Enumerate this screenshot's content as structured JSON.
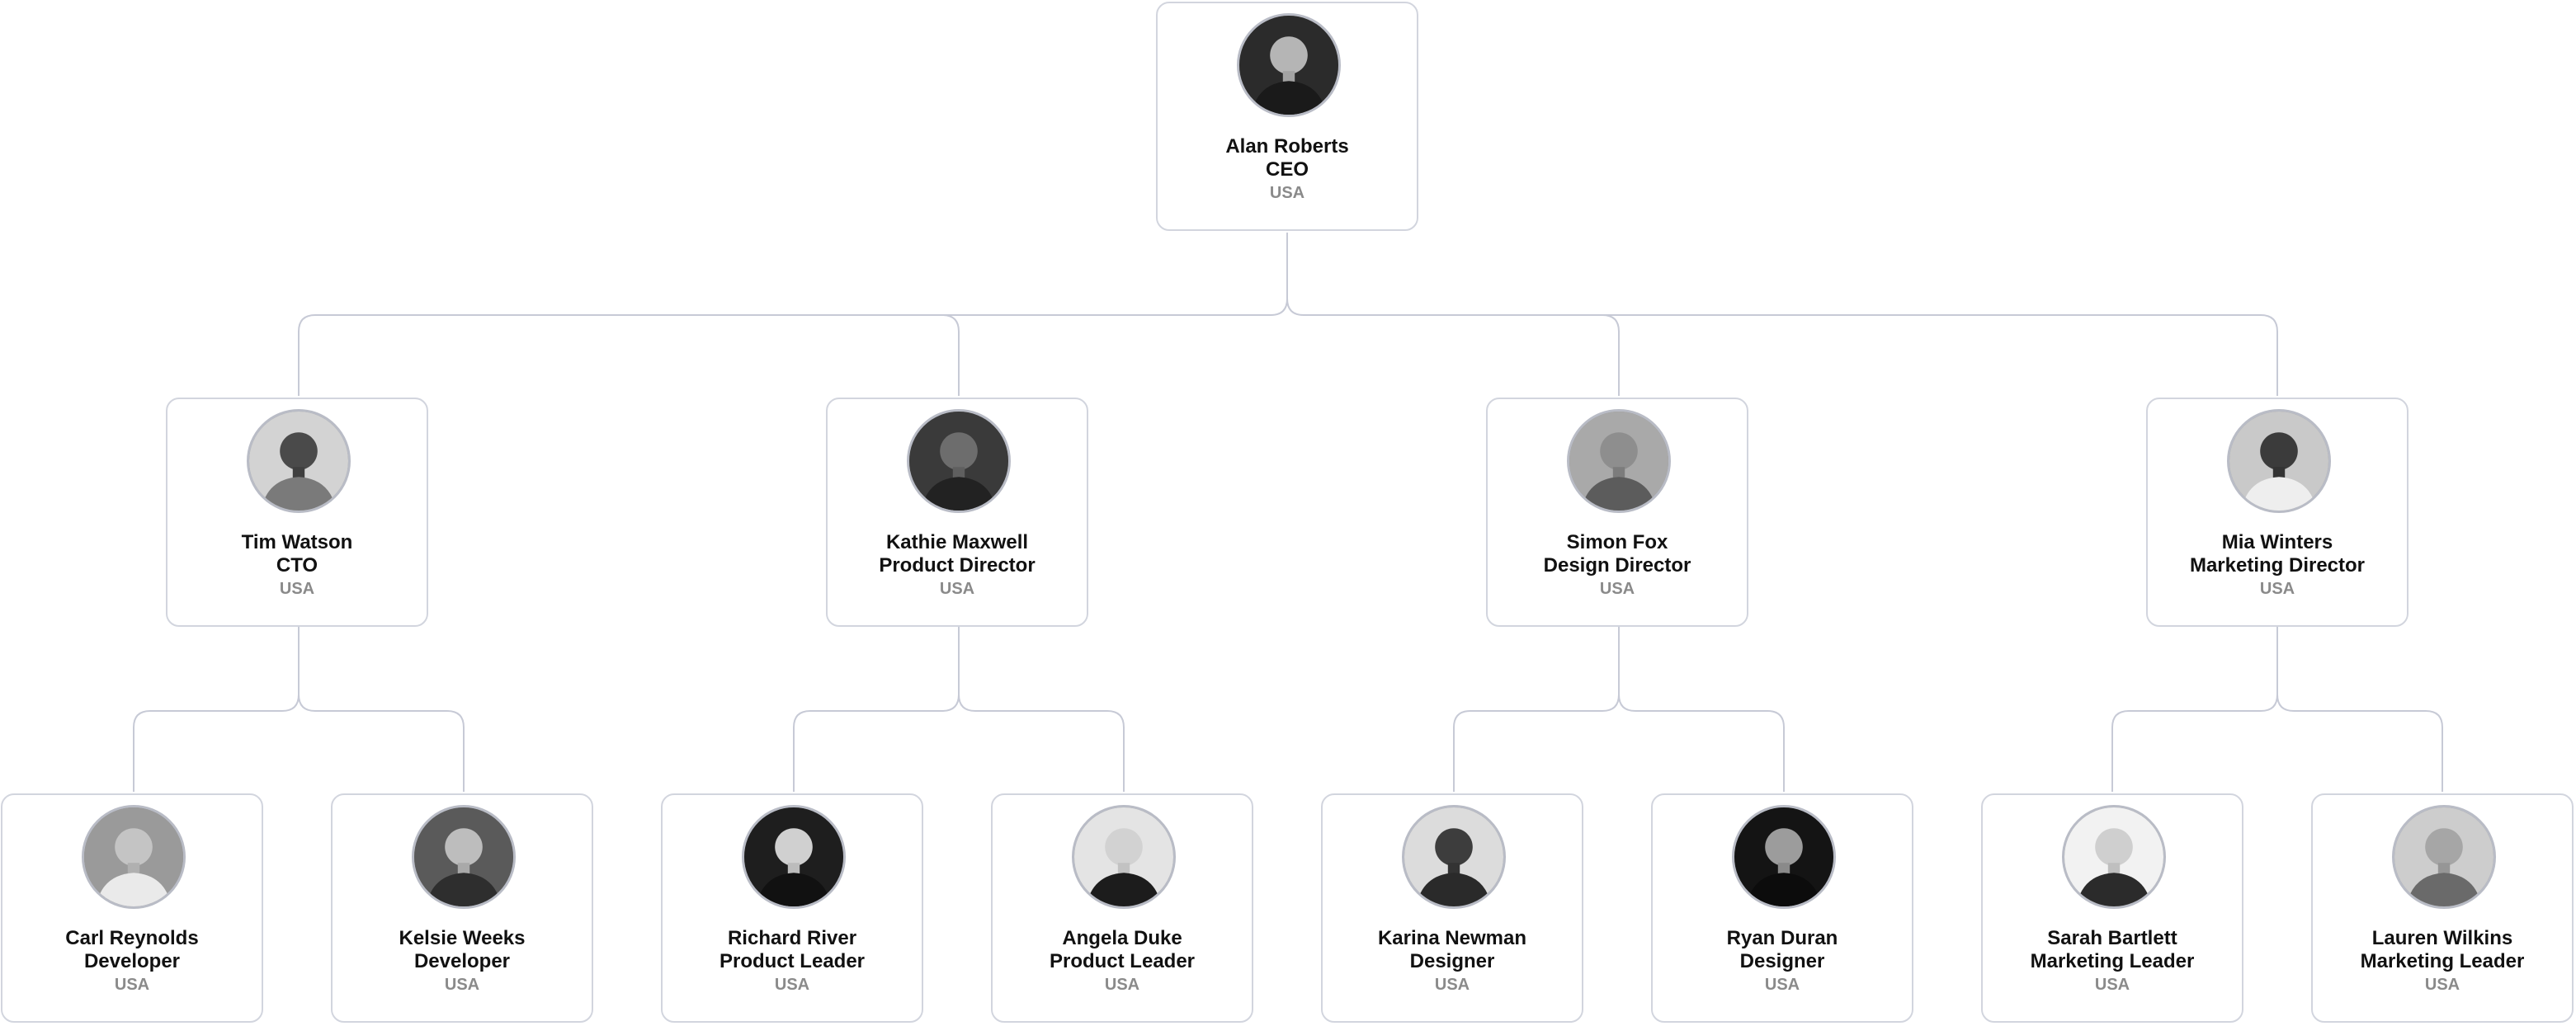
{
  "org_chart": {
    "nodes": [
      {
        "name": "Alan Roberts",
        "title": "CEO",
        "country": "USA",
        "avatar": "person-photo-icon"
      },
      {
        "name": "Tim Watson",
        "title": "CTO",
        "country": "USA",
        "avatar": "person-photo-icon"
      },
      {
        "name": "Kathie Maxwell",
        "title": "Product Director",
        "country": "USA",
        "avatar": "person-photo-icon"
      },
      {
        "name": "Simon Fox",
        "title": "Design Director",
        "country": "USA",
        "avatar": "person-photo-icon"
      },
      {
        "name": "Mia Winters",
        "title": "Marketing Director",
        "country": "USA",
        "avatar": "person-photo-icon"
      },
      {
        "name": "Carl Reynolds",
        "title": "Developer",
        "country": "USA",
        "avatar": "person-photo-icon"
      },
      {
        "name": "Kelsie Weeks",
        "title": "Developer",
        "country": "USA",
        "avatar": "person-photo-icon"
      },
      {
        "name": "Richard River",
        "title": "Product Leader",
        "country": "USA",
        "avatar": "person-photo-icon"
      },
      {
        "name": "Angela Duke",
        "title": "Product Leader",
        "country": "USA",
        "avatar": "person-photo-icon"
      },
      {
        "name": "Karina Newman",
        "title": "Designer",
        "country": "USA",
        "avatar": "person-photo-icon"
      },
      {
        "name": "Ryan Duran",
        "title": "Designer",
        "country": "USA",
        "avatar": "person-photo-icon"
      },
      {
        "name": "Sarah Bartlett",
        "title": "Marketing Leader",
        "country": "USA",
        "avatar": "person-photo-icon"
      },
      {
        "name": "Lauren Wilkins",
        "title": "Marketing Leader",
        "country": "USA",
        "avatar": "person-photo-icon"
      }
    ],
    "reports_to": {
      "Tim Watson": "Alan Roberts",
      "Kathie Maxwell": "Alan Roberts",
      "Simon Fox": "Alan Roberts",
      "Mia Winters": "Alan Roberts",
      "Carl Reynolds": "Tim Watson",
      "Kelsie Weeks": "Tim Watson",
      "Richard River": "Kathie Maxwell",
      "Angela Duke": "Kathie Maxwell",
      "Karina Newman": "Simon Fox",
      "Ryan Duran": "Simon Fox",
      "Sarah Bartlett": "Mia Winters",
      "Lauren Wilkins": "Mia Winters"
    },
    "colors": {
      "connector": "#c7cad6",
      "card_border": "#d2d5de",
      "name_text": "#111111",
      "country_text": "#8a8a8a"
    }
  }
}
